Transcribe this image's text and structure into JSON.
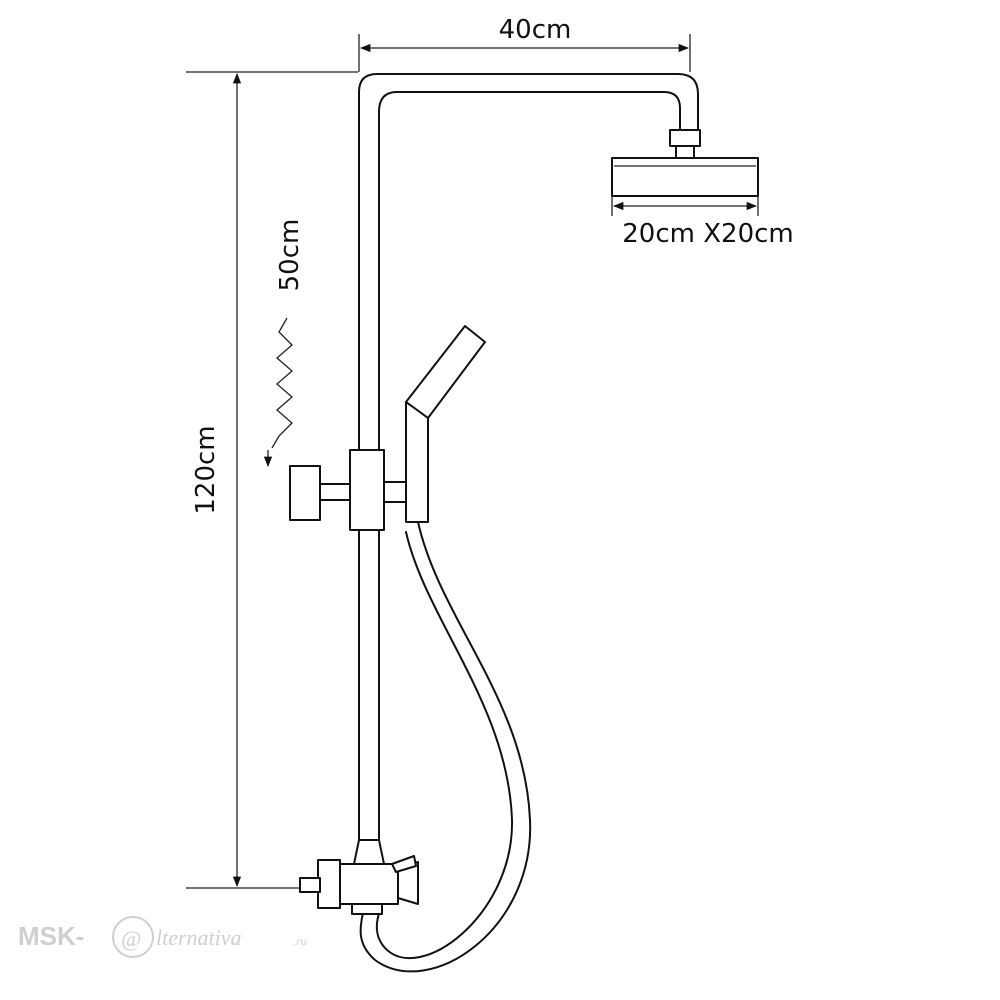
{
  "dimensions": {
    "riser_arm_width": "40cm",
    "overall_height": "120cm",
    "slide_range": "50cm",
    "head_size": "20cm X20cm"
  },
  "watermark": {
    "prefix": "MSK-",
    "at_symbol": "@",
    "suffix": "lternativa",
    "tld": ".ru"
  }
}
